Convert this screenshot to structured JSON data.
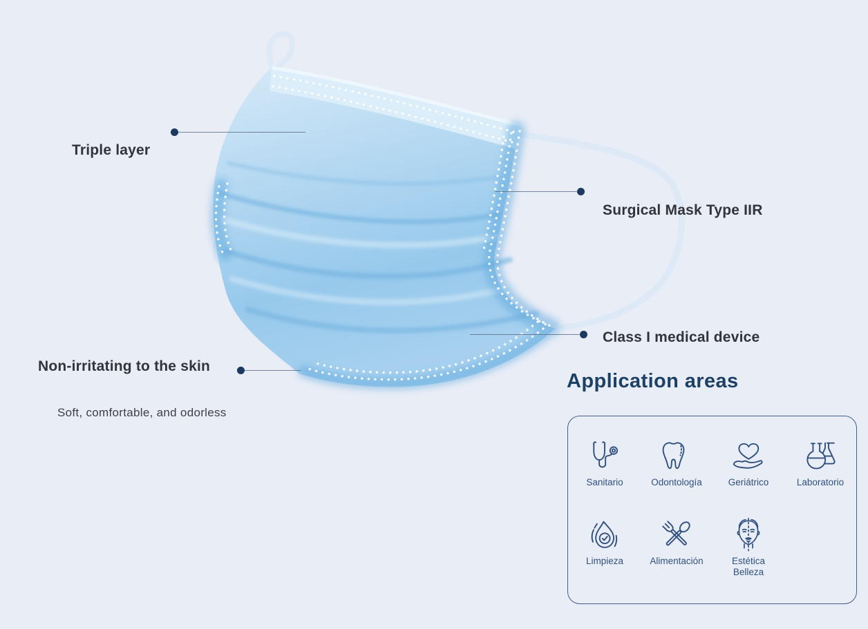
{
  "colors": {
    "background": "#e9edf6",
    "heading": "#1d4066",
    "callout_text": "#33333a",
    "note_text": "#3e3e48",
    "accent_navy": "#1c3a60",
    "line_color": "#5f7089",
    "icon_stroke": "#30507e",
    "box_border": "#3f5e8a",
    "mask_blue": "#a9d2ee",
    "strap_blue": "#dde9f6"
  },
  "callouts": [
    {
      "label": "Triple layer"
    },
    {
      "label": "Surgical Mask Type IIR"
    },
    {
      "label": "Class I medical device"
    },
    {
      "label": "Non-irritating to the skin"
    }
  ],
  "note": "Soft, comfortable, and odorless",
  "application_areas": {
    "title": "Application areas",
    "items": [
      {
        "label": "Sanitario",
        "icon": "stethoscope-icon"
      },
      {
        "label": "Odontología",
        "icon": "tooth-icon"
      },
      {
        "label": "Geriátrico",
        "icon": "heart-in-hand-icon"
      },
      {
        "label": "Laboratorio",
        "icon": "lab-flasks-icon"
      },
      {
        "label": "Limpieza",
        "icon": "water-drop-check-icon"
      },
      {
        "label": "Alimentación",
        "icon": "fork-spoon-icon"
      },
      {
        "label": "Estética Belleza",
        "icon": "face-beauty-icon"
      }
    ]
  }
}
